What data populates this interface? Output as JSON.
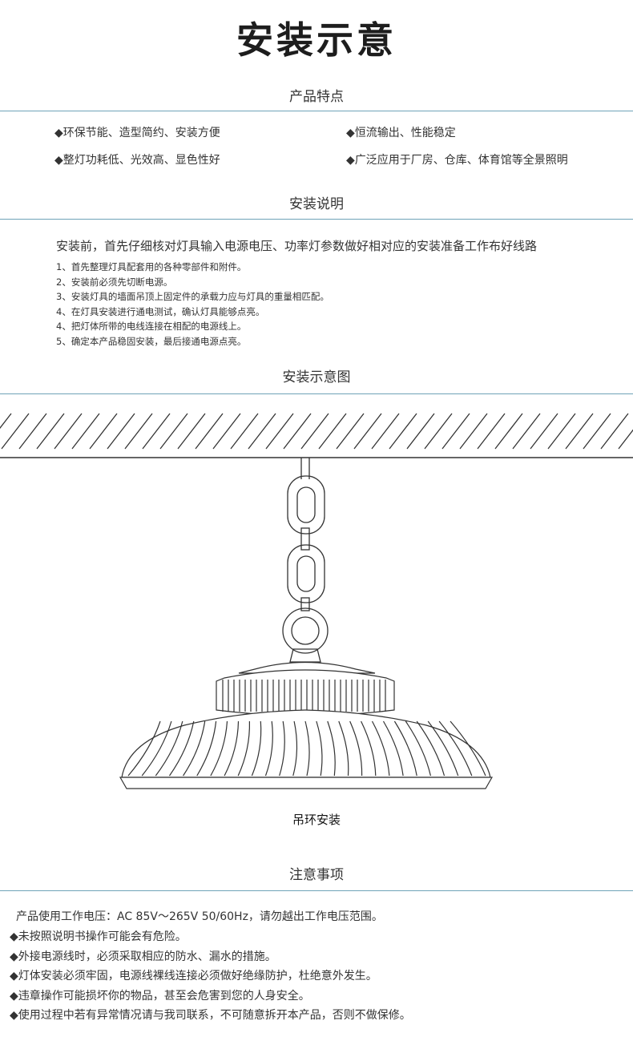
{
  "title": "安装示意",
  "features": {
    "heading": "产品特点",
    "items": [
      "◆环保节能、造型简约、安装方便",
      "◆恒流输出、性能稳定",
      "◆整灯功耗低、光效高、显色性好",
      "◆广泛应用于厂房、仓库、体育馆等全景照明"
    ]
  },
  "instructions": {
    "heading": "安装说明",
    "lead": "安装前，首先仔细核对灯具输入电源电压、功率灯参数做好相对应的安装准备工作布好线路",
    "steps": [
      "1、首先整理灯具配套用的各种零部件和附件。",
      "2、安装前必须先切断电源。",
      "3、安装灯具的墙面吊顶上固定件的承载力应与灯具的重量相匹配。",
      "4、在灯具安装进行通电测试，确认灯具能够点亮。",
      "4、把灯体所带的电线连接在相配的电源线上。",
      "5、确定本产品稳固安装，最后接通电源点亮。"
    ]
  },
  "diagram": {
    "heading": "安装示意图",
    "caption": "吊环安装",
    "line_color": "#333333",
    "rule_color": "#6fa3b8"
  },
  "notes": {
    "heading": "注意事项",
    "items": [
      "产品使用工作电压：AC 85V～265V 50/60Hz，请勿越出工作电压范围。",
      "◆未按照说明书操作可能会有危险。",
      "◆外接电源线时，必须采取相应的防水、漏水的措施。",
      "◆灯体安装必须牢固，电源线裸线连接必须做好绝缘防护，杜绝意外发生。",
      "◆违章操作可能损坏你的物品，甚至会危害到您的人身安全。",
      "◆使用过程中若有异常情况请与我司联系，不可随意拆开本产品，否则不做保修。"
    ]
  }
}
